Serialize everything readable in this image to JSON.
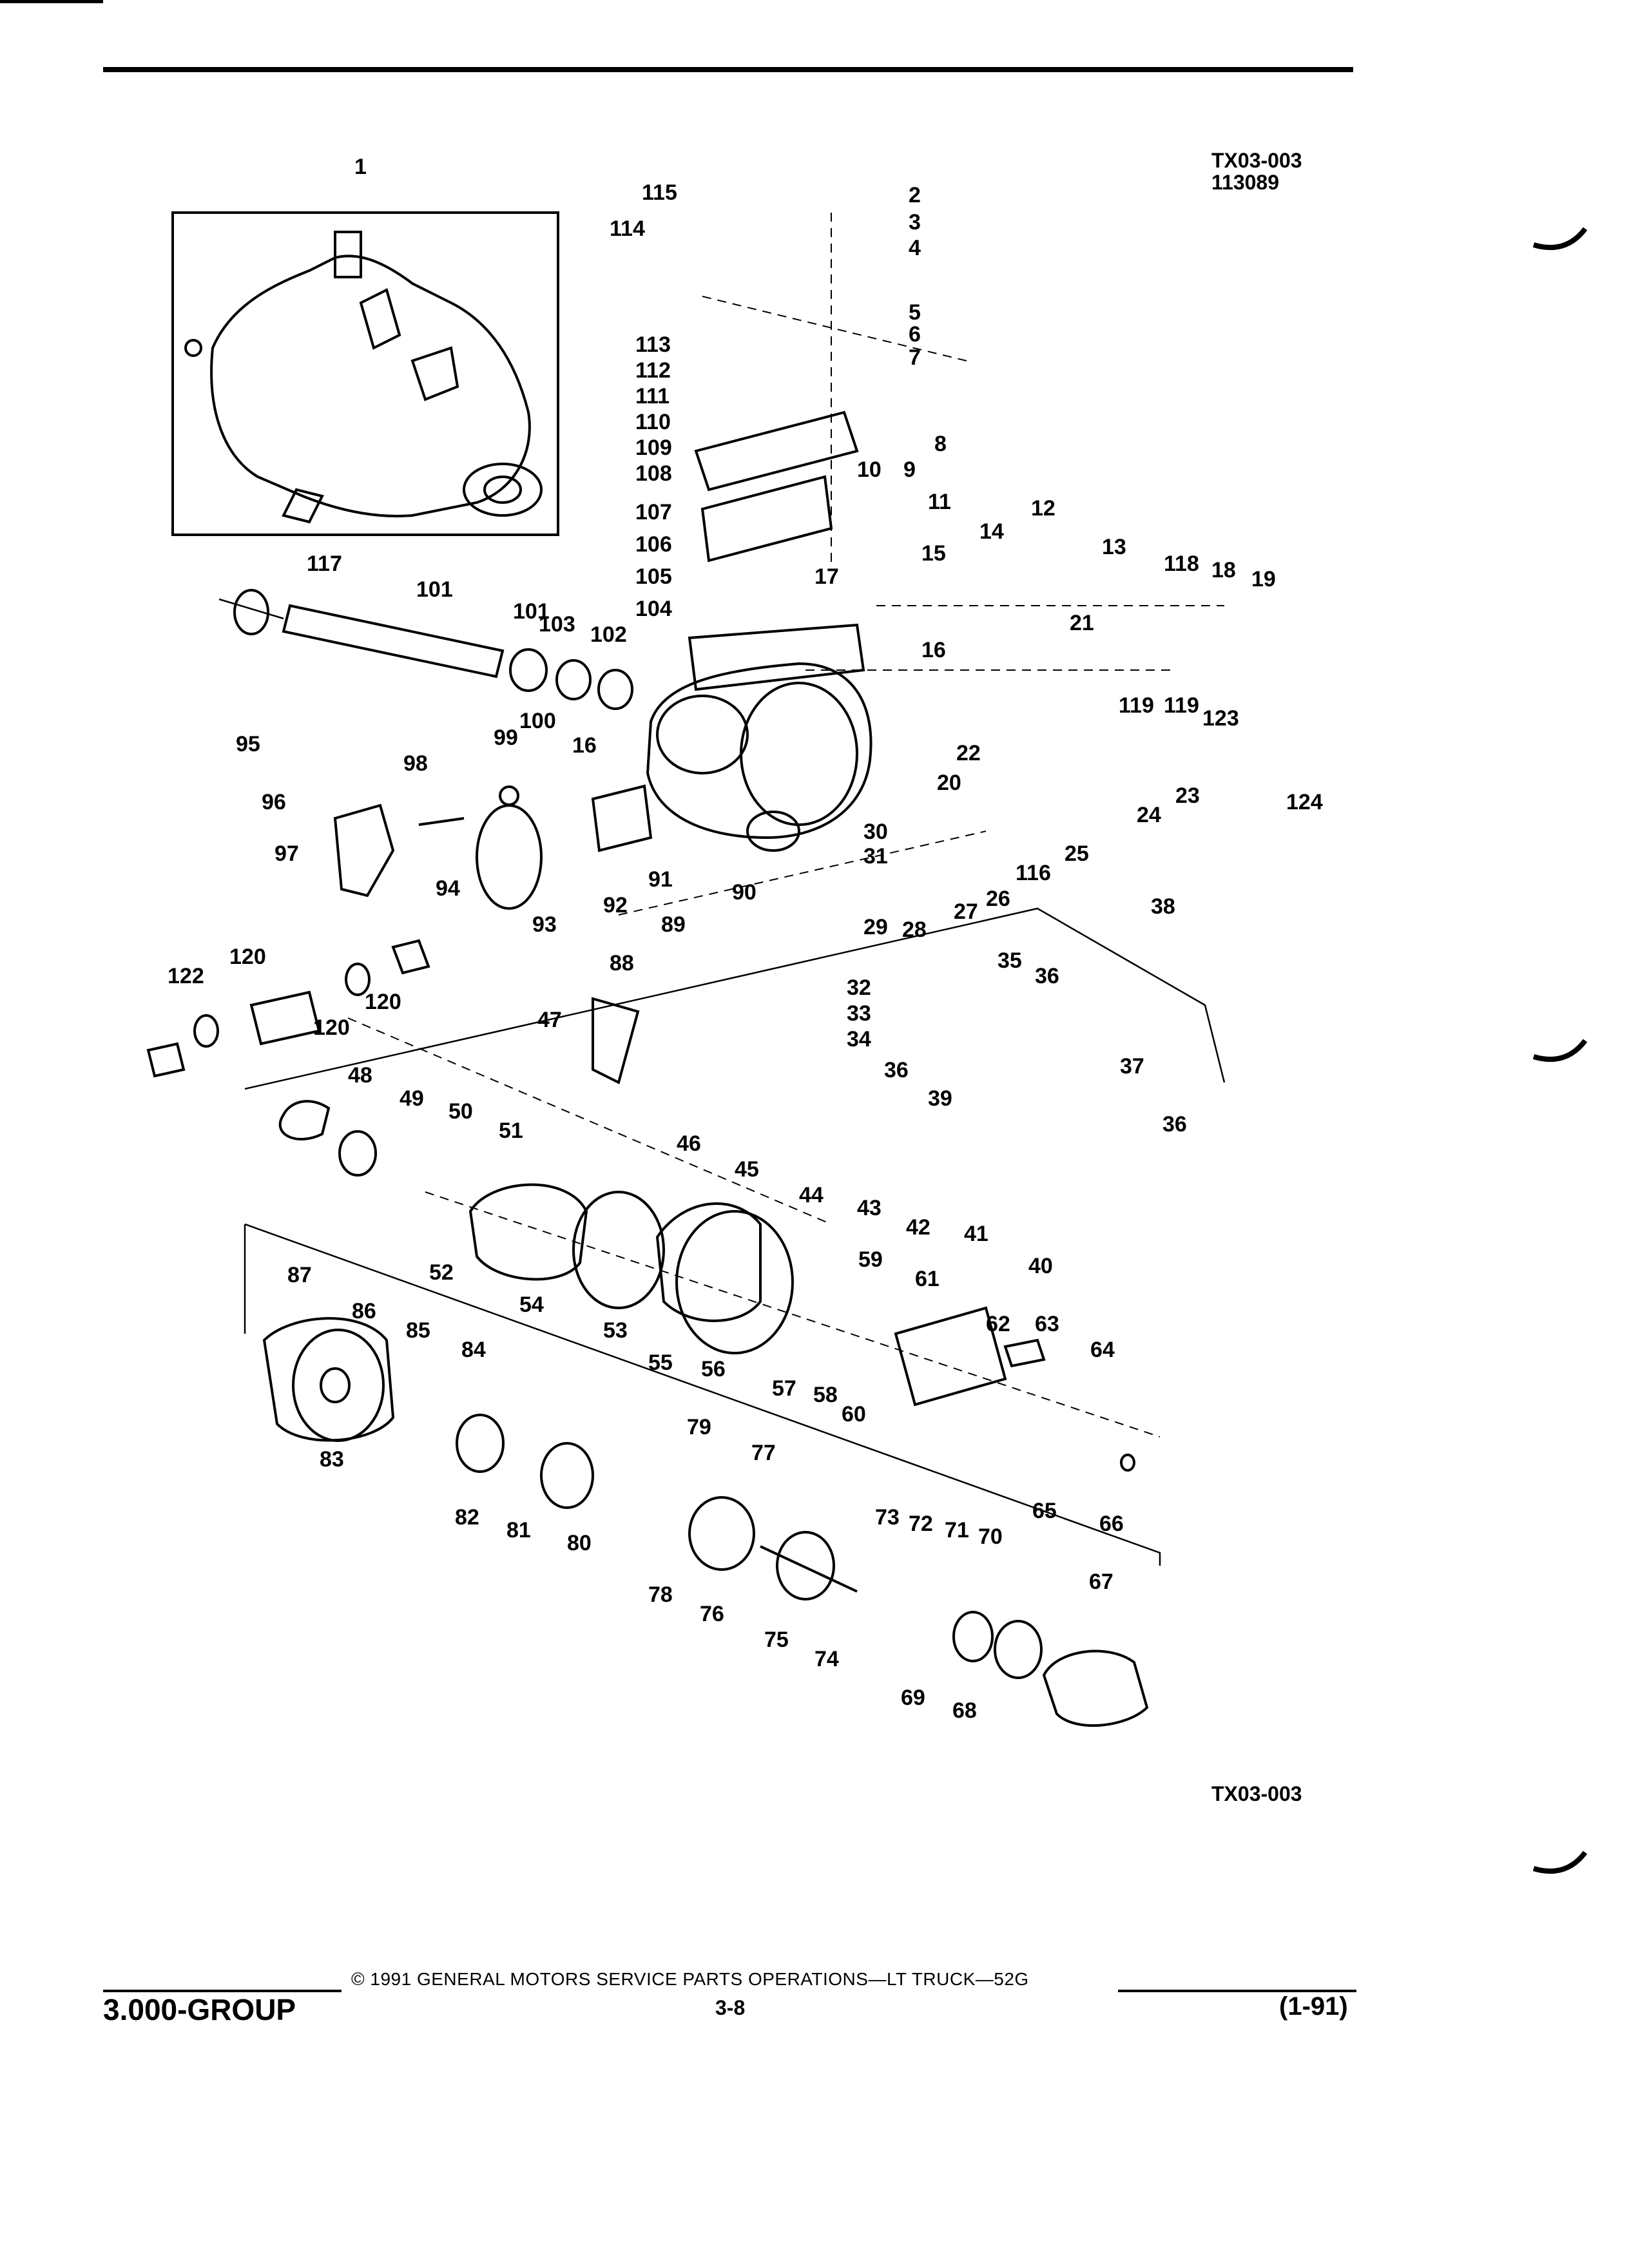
{
  "figure_code_top": "TX03-003",
  "figure_number": "113089",
  "figure_code_bottom": "TX03-003",
  "footer": {
    "group": "3.000-GROUP",
    "copyright": "© 1991 GENERAL MOTORS SERVICE PARTS OPERATIONS—LT TRUCK—52G",
    "page": "3-8",
    "revision": "(1-91)"
  },
  "callouts": [
    "1",
    "2",
    "3",
    "4",
    "5",
    "6",
    "7",
    "8",
    "9",
    "10",
    "11",
    "12",
    "13",
    "14",
    "15",
    "16",
    "16",
    "16",
    "17",
    "18",
    "19",
    "20",
    "21",
    "22",
    "23",
    "24",
    "25",
    "26",
    "27",
    "28",
    "29",
    "30",
    "31",
    "32",
    "33",
    "34",
    "35",
    "36",
    "36",
    "36",
    "37",
    "38",
    "39",
    "40",
    "41",
    "42",
    "43",
    "44",
    "45",
    "46",
    "47",
    "48",
    "49",
    "50",
    "51",
    "52",
    "53",
    "54",
    "55",
    "56",
    "57",
    "58",
    "59",
    "60",
    "61",
    "62",
    "63",
    "64",
    "65",
    "66",
    "67",
    "68",
    "69",
    "70",
    "71",
    "72",
    "73",
    "74",
    "75",
    "76",
    "77",
    "78",
    "79",
    "80",
    "81",
    "82",
    "83",
    "84",
    "85",
    "86",
    "87",
    "88",
    "89",
    "90",
    "91",
    "92",
    "93",
    "94",
    "95",
    "96",
    "97",
    "98",
    "99",
    "100",
    "101",
    "101",
    "102",
    "103",
    "104",
    "105",
    "106",
    "107",
    "108",
    "109",
    "110",
    "111",
    "112",
    "113",
    "114",
    "115",
    "116",
    "117",
    "118",
    "119",
    "119",
    "120",
    "120",
    "120",
    "122",
    "123",
    "124"
  ]
}
